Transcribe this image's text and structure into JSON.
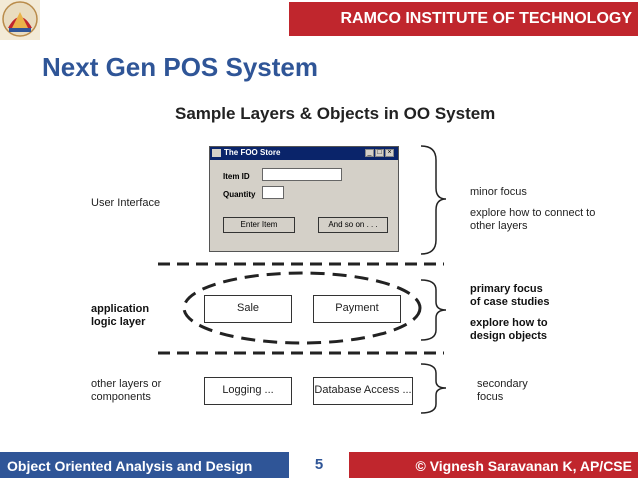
{
  "header": {
    "institution": "RAMCO INSTITUTE OF TECHNOLOGY",
    "logo_icon": "college-seal-icon",
    "accent_color": "#c0262d"
  },
  "slide": {
    "title": "Next Gen POS System",
    "title_color": "#2f5597"
  },
  "figure": {
    "title": "Sample Layers & Objects in OO System",
    "layers": [
      {
        "label": "User Interface",
        "note_lines": [
          "minor focus",
          "explore how to connect to",
          "other layers"
        ]
      },
      {
        "label_lines": [
          "application",
          "logic layer"
        ],
        "note_lines": [
          "primary focus",
          "of case studies",
          "explore how to",
          "design objects"
        ]
      },
      {
        "label_lines": [
          "other layers or",
          "components"
        ],
        "note_lines": [
          "secondary",
          "focus"
        ]
      }
    ],
    "window": {
      "title": "The FOO Store",
      "item_id_label": "Item ID",
      "quantity_label": "Quantity",
      "enter_button": "Enter Item",
      "more_button": "And so on . . ."
    },
    "objects": {
      "sale": "Sale",
      "payment": "Payment",
      "logging": "Logging ...",
      "db": "Database Access ..."
    }
  },
  "footer": {
    "course": "Object Oriented Analysis and Design",
    "page": "5",
    "author": "© Vignesh Saravanan K, AP/CSE"
  }
}
